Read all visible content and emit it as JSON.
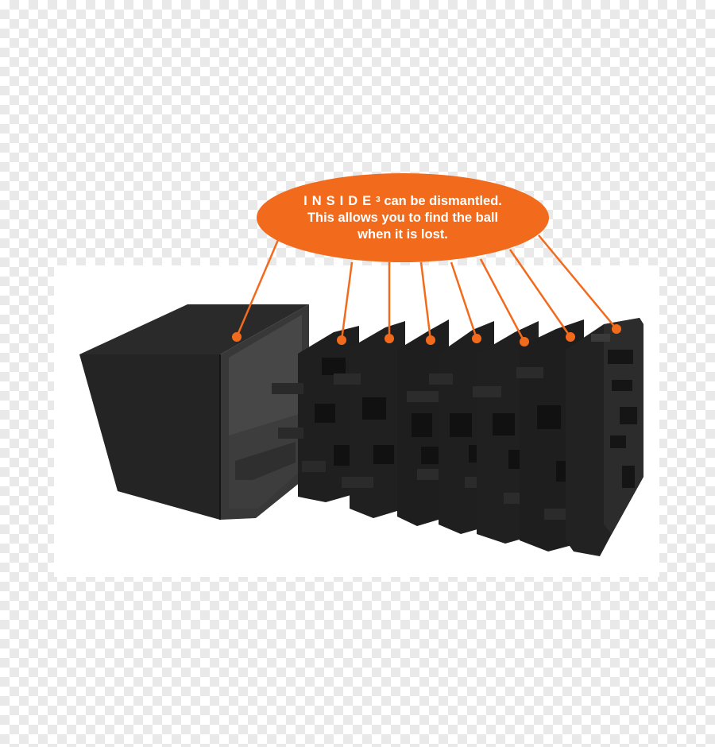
{
  "callout": {
    "brand": "INSIDE",
    "superscript": "3",
    "text": "can be dismantled. This allows you to find the ball when it is lost."
  },
  "colors": {
    "accent_orange": "#f26b1d",
    "puzzle_black": "#1f1f1f",
    "panel_gray": "#2e2e2e"
  }
}
